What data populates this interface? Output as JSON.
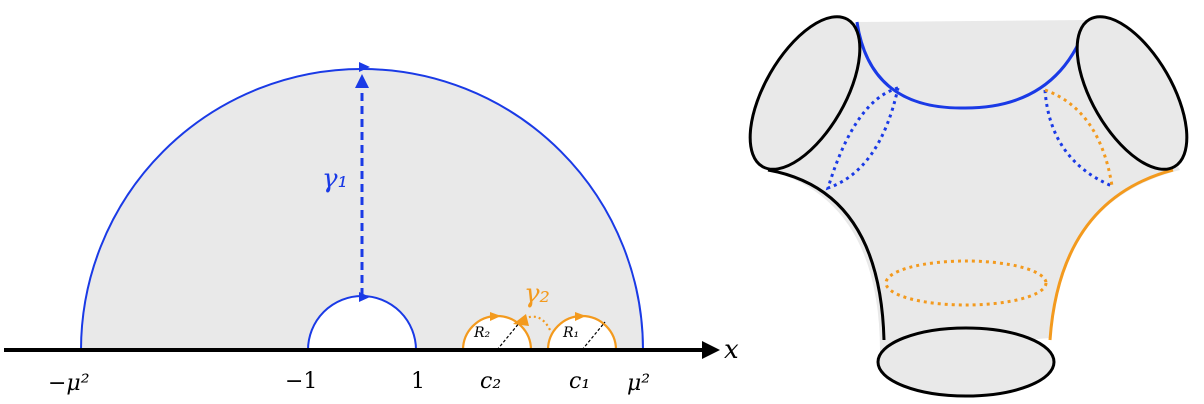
{
  "left_figure": {
    "axis_label": "x",
    "tick_labels": {
      "neg_mu2": "−μ²",
      "neg_one": "−1",
      "one": "1",
      "c2": "c₂",
      "c1": "c₁",
      "mu2": "μ²"
    },
    "gamma1": "γ₁",
    "gamma2": "γ₂",
    "R1": "R₁",
    "R2": "R₂"
  },
  "colors": {
    "blue": "#1a3ae6",
    "orange": "#f39a1e",
    "shade": "#e9e9e9",
    "ink": "#000000"
  }
}
